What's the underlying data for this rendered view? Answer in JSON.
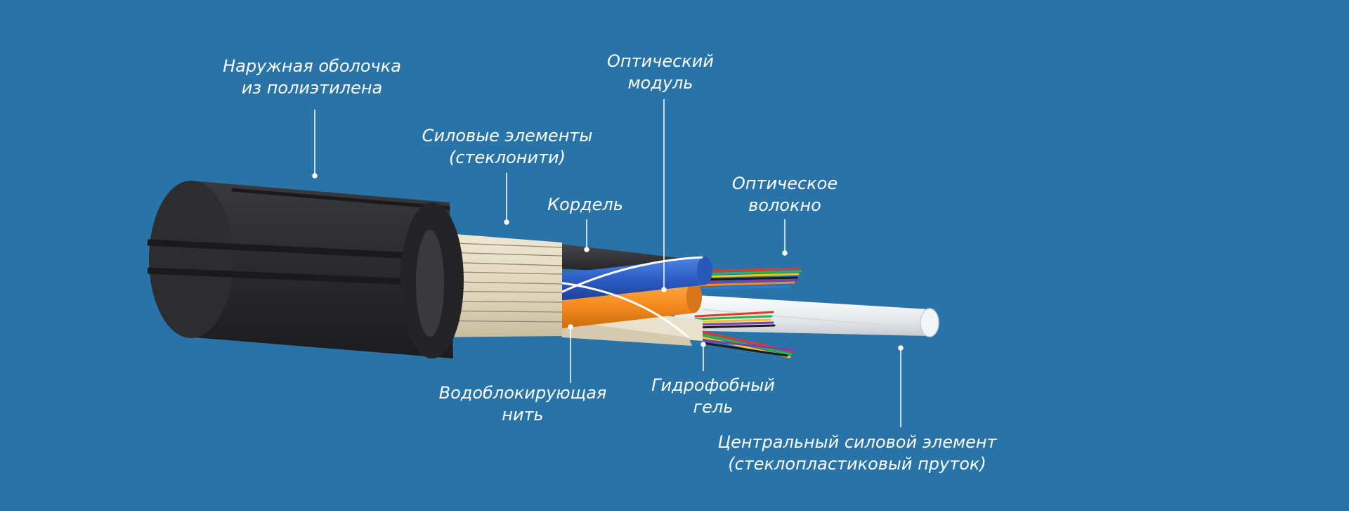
{
  "colors": {
    "background": "#2873a8",
    "label_text": "#ffffff",
    "jacket": "#2b2b2d",
    "strength_yarn": "#e6dcc3",
    "module_blue": "#2f5fc4",
    "module_orange": "#f08a1c",
    "core_rod": "#eef0f2"
  },
  "labels": {
    "outer_sheath": {
      "line1": "Наружная оболочка",
      "line2": "из полиэтилена"
    },
    "strength_members": {
      "line1": "Силовые элементы",
      "line2": "(стеклонити)"
    },
    "cordel": {
      "line1": "Кордель"
    },
    "optical_module": {
      "line1": "Оптический",
      "line2": "модуль"
    },
    "optical_fiber": {
      "line1": "Оптическое",
      "line2": "волокно"
    },
    "water_blocking": {
      "line1": "Водоблокирующая",
      "line2": "нить"
    },
    "hydrophobic_gel": {
      "line1": "Гидрофобный",
      "line2": "гель"
    },
    "central_member": {
      "line1": "Центральный силовой элемент",
      "line2": "(стеклопластиковый пруток)"
    }
  }
}
